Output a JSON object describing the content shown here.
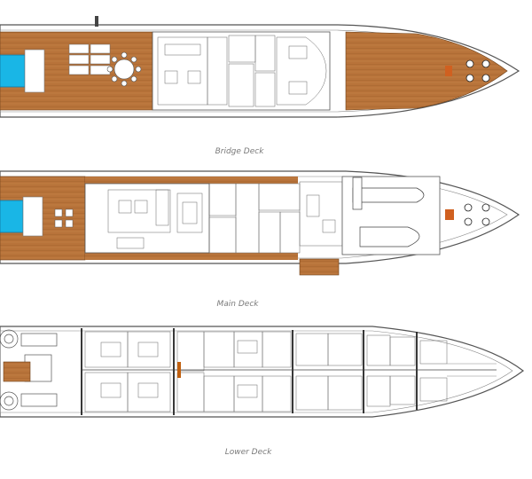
{
  "decks": [
    {
      "id": "bridge",
      "label": "Bridge Deck"
    },
    {
      "id": "main",
      "label": "Main Deck"
    },
    {
      "id": "lower",
      "label": "Lower Deck"
    }
  ],
  "colors": {
    "teak": "#b8733a",
    "teak_dark": "#8f5424",
    "hull_line": "#555555",
    "pool": "#19b6e6",
    "room_line": "#666666",
    "label_text": "#7a7a7a",
    "background": "#ffffff"
  }
}
